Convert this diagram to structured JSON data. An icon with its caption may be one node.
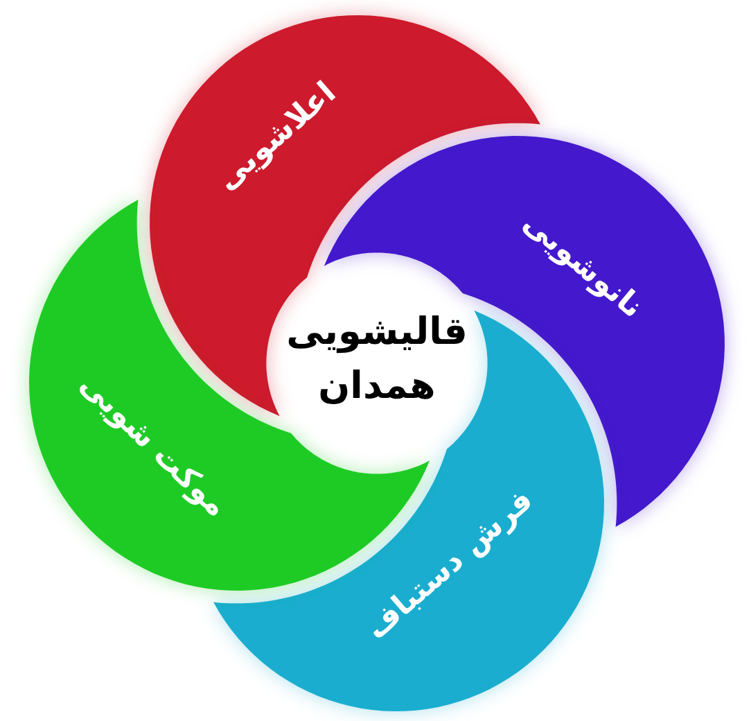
{
  "diagram": {
    "title": "قالیشویی همدان",
    "nodes": [
      {
        "text": [
          "اعلاشویی"
        ]
      },
      {
        "text": [
          "نانوشویی"
        ]
      },
      {
        "text": [
          "فرش دستباف"
        ]
      },
      {
        "text": [
          "موکت شویی"
        ]
      }
    ]
  }
}
